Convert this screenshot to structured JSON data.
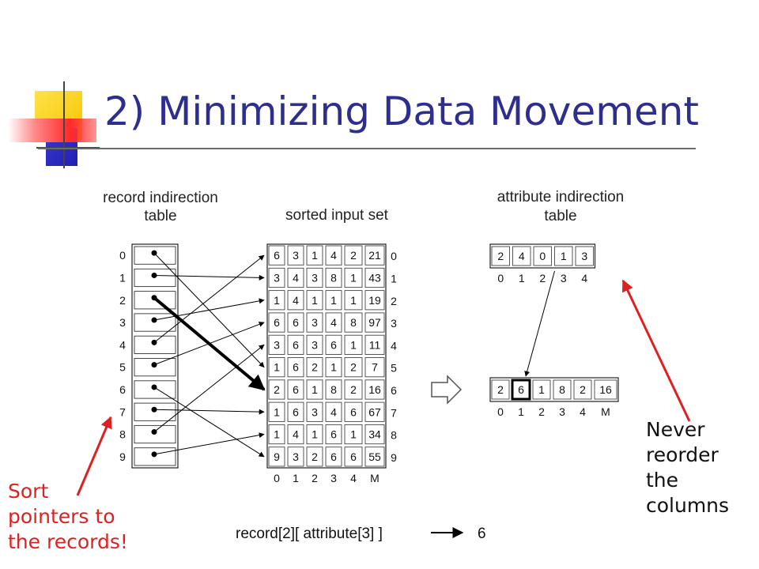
{
  "slide": {
    "title": "2) Minimizing Data Movement",
    "note_left": "Sort\npointers to\nthe records!",
    "note_right": "Never\nreorder\nthe\ncolumns"
  },
  "colors": {
    "title": "#2E2E8F",
    "accent_red": "#e02020",
    "logo_yellow": "#FFD21F",
    "logo_blue": "#2B2BC8",
    "logo_red": "#FF3B3B"
  },
  "diagram": {
    "record_table_label": [
      "record indirection",
      "table"
    ],
    "sorted_set_label": "sorted input set",
    "attr_table_label": [
      "attribute indirection",
      "table"
    ],
    "record_indices": [
      "0",
      "1",
      "2",
      "3",
      "4",
      "5",
      "6",
      "7",
      "8",
      "9"
    ],
    "sorted_rows": [
      [
        "6",
        "3",
        "1",
        "4",
        "2",
        "21"
      ],
      [
        "3",
        "4",
        "3",
        "8",
        "1",
        "43"
      ],
      [
        "1",
        "4",
        "1",
        "1",
        "1",
        "19"
      ],
      [
        "6",
        "6",
        "3",
        "4",
        "8",
        "97"
      ],
      [
        "3",
        "6",
        "3",
        "6",
        "1",
        "11"
      ],
      [
        "1",
        "6",
        "2",
        "1",
        "2",
        "7"
      ],
      [
        "2",
        "6",
        "1",
        "8",
        "2",
        "16"
      ],
      [
        "1",
        "6",
        "3",
        "4",
        "6",
        "67"
      ],
      [
        "1",
        "4",
        "1",
        "6",
        "1",
        "34"
      ],
      [
        "9",
        "3",
        "2",
        "6",
        "6",
        "55"
      ]
    ],
    "sorted_row_indices": [
      "0",
      "1",
      "2",
      "3",
      "4",
      "5",
      "6",
      "7",
      "8",
      "9"
    ],
    "sorted_col_labels": [
      "0",
      "1",
      "2",
      "3",
      "4",
      "M"
    ],
    "pointer_targets": [
      5,
      1,
      6,
      2,
      0,
      3,
      9,
      7,
      4,
      8
    ],
    "bold_pointer_index": 2,
    "attr_table_values": [
      "2",
      "4",
      "0",
      "1",
      "3"
    ],
    "attr_table_indices": [
      "0",
      "1",
      "2",
      "3",
      "4"
    ],
    "record_row_values": [
      "2",
      "6",
      "1",
      "8",
      "2",
      "16"
    ],
    "record_row_labels": [
      "0",
      "1",
      "2",
      "3",
      "4",
      "M"
    ],
    "highlighted_col": 1,
    "bottom_expression": "record[2][ attribute[3]  ]",
    "bottom_result": "6"
  }
}
